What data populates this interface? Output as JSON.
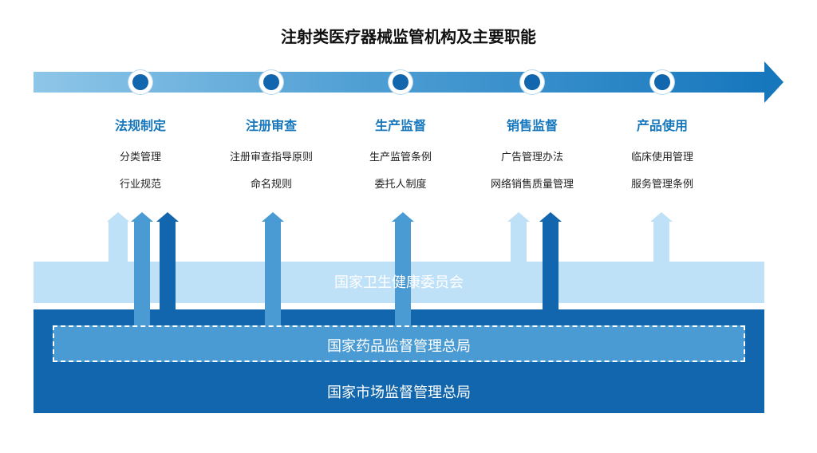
{
  "title": "注射类医疗器械监管机构及主要职能",
  "stages": [
    {
      "title": "法规制定",
      "items": [
        "分类管理",
        "行业规范"
      ]
    },
    {
      "title": "注册审查",
      "items": [
        "注册审查指导原则",
        "命名规则"
      ]
    },
    {
      "title": "生产监督",
      "items": [
        "生产监管条例",
        "委托人制度"
      ]
    },
    {
      "title": "销售监督",
      "items": [
        "广告管理办法",
        "网络销售质量管理"
      ]
    },
    {
      "title": "产品使用",
      "items": [
        "临床使用管理",
        "服务管理条例"
      ]
    }
  ],
  "organizations": {
    "nhc": "国家卫生健康委员会",
    "nmpa": "国家药品监督管理总局",
    "samr": "国家市场监督管理总局"
  },
  "colors": {
    "light": "#bfe1f7",
    "medium": "#4a9bd3",
    "dark": "#1166ad",
    "accent": "#1677bd"
  }
}
